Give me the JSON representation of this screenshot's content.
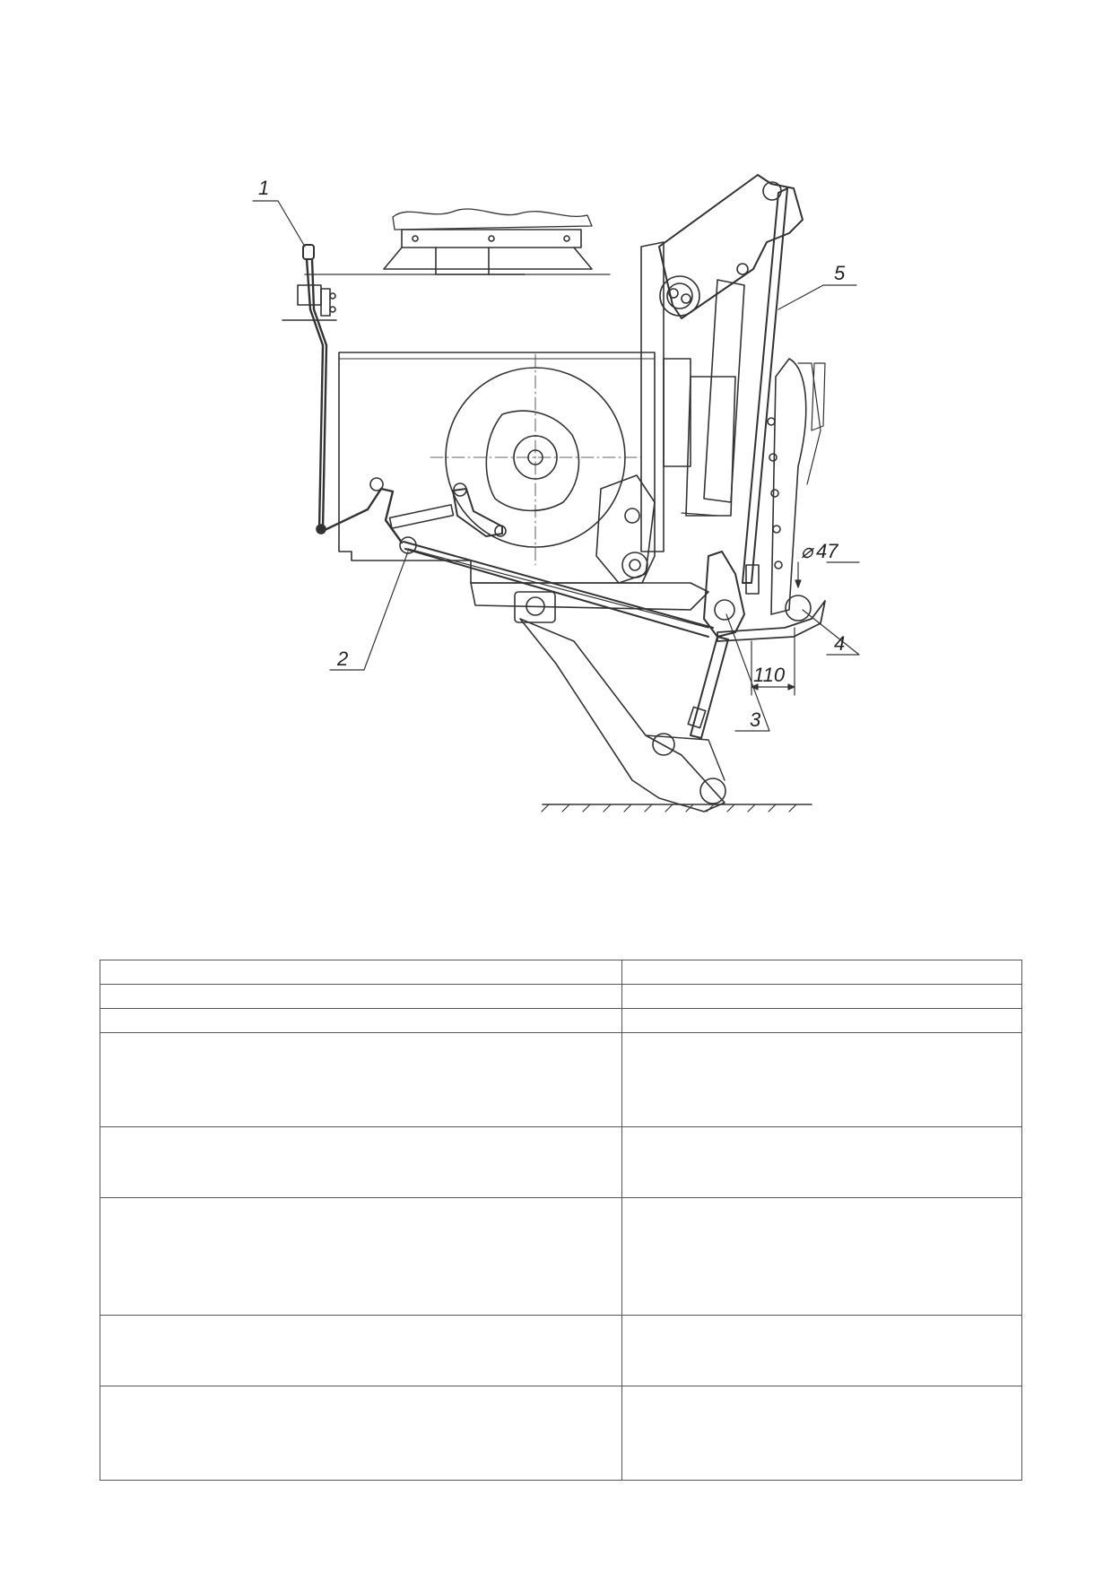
{
  "figure": {
    "callouts": {
      "c1": "1",
      "c2": "2",
      "c3": "3",
      "c4": "4",
      "c5": "5"
    },
    "dimensions": {
      "diameter": "47",
      "width": "110"
    }
  },
  "table": {
    "rows": [
      {
        "cells": [
          "",
          ""
        ]
      },
      {
        "cells": [
          "",
          ""
        ]
      },
      {
        "cells": [
          "",
          ""
        ]
      },
      {
        "cells": [
          "",
          ""
        ]
      },
      {
        "cells": [
          "",
          ""
        ]
      },
      {
        "cells": [
          "",
          ""
        ]
      },
      {
        "cells": [
          "",
          ""
        ]
      },
      {
        "cells": [
          "",
          ""
        ]
      }
    ]
  }
}
